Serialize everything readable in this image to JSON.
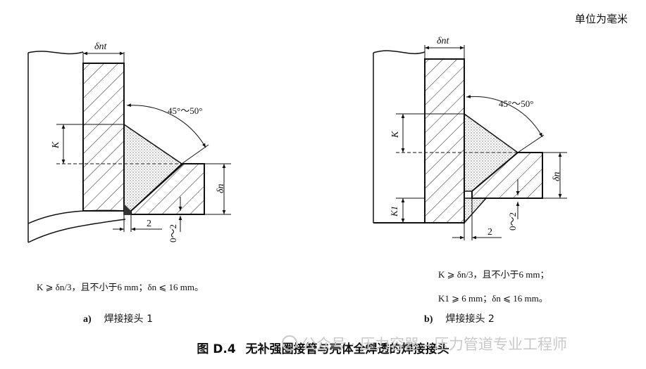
{
  "units_note": "单位为毫米",
  "figure": {
    "number": "图 D.4",
    "title": "无补强圈接管与壳体全焊透的焊接接头"
  },
  "watermark": "公众号 · 压力容器—压力管道专业工程师",
  "panel_a": {
    "letter": "a)",
    "name": "焊接接头 1",
    "thickness_nozzle": "δnt",
    "angle": "45°～50°",
    "leg": "K",
    "thickness_shell": "δn",
    "gap": "2",
    "root": "0～2",
    "note_line1": "K ⩾ δn/3，且不小于6 mm；δn ⩽ 16 mm。"
  },
  "panel_b": {
    "letter": "b)",
    "name": "焊接接头 2",
    "thickness_nozzle": "δnt",
    "angle": "45°～50°",
    "leg": "K",
    "leg1": "K1",
    "thickness_shell": "δn",
    "gap": "2",
    "root": "0～2",
    "note_line1": "K ⩾ δn/3，且不小于6 mm；",
    "note_line2": "K1 ⩾ 6 mm；δn ⩽ 16 mm。"
  }
}
